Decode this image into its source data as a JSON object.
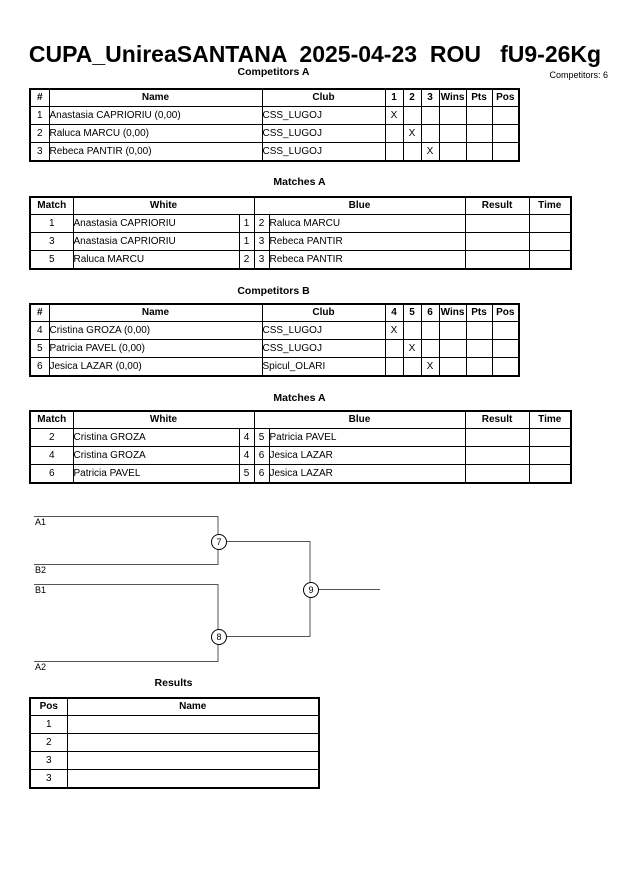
{
  "title": "CUPA_UnireaSANTANA  2025-04-23  ROU   fU9-26Kg",
  "competitors_count_label": "Competitors: 6",
  "sections": {
    "competitors_a_caption": "Competitors A",
    "matches_a_caption": "Matches A",
    "competitors_b_caption": "Competitors B",
    "matches_b_caption": "Matches A",
    "results_caption": "Results"
  },
  "competitors_table": {
    "headers": {
      "num": "#",
      "name": "Name",
      "club": "Club",
      "wins": "Wins",
      "pts": "Pts",
      "pos": "Pos"
    }
  },
  "competitors_a": {
    "grid_headers": [
      "1",
      "2",
      "3"
    ],
    "rows": [
      {
        "num": "1",
        "name": "Anastasia CAPRIORIU  (0,00)",
        "club": "CSS_LUGOJ",
        "grid": [
          "X",
          "",
          ""
        ],
        "wins": "",
        "pts": "",
        "pos": ""
      },
      {
        "num": "2",
        "name": "Raluca MARCU  (0,00)",
        "club": "CSS_LUGOJ",
        "grid": [
          "",
          "X",
          ""
        ],
        "wins": "",
        "pts": "",
        "pos": ""
      },
      {
        "num": "3",
        "name": "Rebeca PANTIR  (0,00)",
        "club": "CSS_LUGOJ",
        "grid": [
          "",
          "",
          "X"
        ],
        "wins": "",
        "pts": "",
        "pos": ""
      }
    ]
  },
  "competitors_b": {
    "grid_headers": [
      "4",
      "5",
      "6"
    ],
    "rows": [
      {
        "num": "4",
        "name": "Cristina GROZA  (0,00)",
        "club": "CSS_LUGOJ",
        "grid": [
          "X",
          "",
          ""
        ],
        "wins": "",
        "pts": "",
        "pos": ""
      },
      {
        "num": "5",
        "name": "Patricia PAVEL  (0,00)",
        "club": "CSS_LUGOJ",
        "grid": [
          "",
          "X",
          ""
        ],
        "wins": "",
        "pts": "",
        "pos": ""
      },
      {
        "num": "6",
        "name": "Jesica LAZAR  (0,00)",
        "club": "Spicul_OLARI",
        "grid": [
          "",
          "",
          "X"
        ],
        "wins": "",
        "pts": "",
        "pos": ""
      }
    ]
  },
  "matches_table": {
    "headers": {
      "match": "Match",
      "white": "White",
      "blue": "Blue",
      "result": "Result",
      "time": "Time"
    }
  },
  "matches_a": {
    "rows": [
      {
        "match": "1",
        "white": "Anastasia CAPRIORIU",
        "white_num": "1",
        "blue_num": "2",
        "blue": "Raluca MARCU",
        "result": "",
        "time": ""
      },
      {
        "match": "3",
        "white": "Anastasia CAPRIORIU",
        "white_num": "1",
        "blue_num": "3",
        "blue": "Rebeca PANTIR",
        "result": "",
        "time": ""
      },
      {
        "match": "5",
        "white": "Raluca MARCU",
        "white_num": "2",
        "blue_num": "3",
        "blue": "Rebeca PANTIR",
        "result": "",
        "time": ""
      }
    ]
  },
  "matches_b": {
    "rows": [
      {
        "match": "2",
        "white": "Cristina GROZA",
        "white_num": "4",
        "blue_num": "5",
        "blue": "Patricia PAVEL",
        "result": "",
        "time": ""
      },
      {
        "match": "4",
        "white": "Cristina GROZA",
        "white_num": "4",
        "blue_num": "6",
        "blue": "Jesica LAZAR",
        "result": "",
        "time": ""
      },
      {
        "match": "6",
        "white": "Patricia PAVEL",
        "white_num": "5",
        "blue_num": "6",
        "blue": "Jesica LAZAR",
        "result": "",
        "time": ""
      }
    ]
  },
  "bracket": {
    "seeds": [
      {
        "label": "A1"
      },
      {
        "label": "B2"
      },
      {
        "label": "B1"
      },
      {
        "label": "A2"
      }
    ],
    "nodes": [
      {
        "label": "7"
      },
      {
        "label": "8"
      },
      {
        "label": "9"
      }
    ]
  },
  "results_table": {
    "headers": {
      "pos": "Pos",
      "name": "Name"
    },
    "rows": [
      {
        "pos": "1",
        "name": ""
      },
      {
        "pos": "2",
        "name": ""
      },
      {
        "pos": "3",
        "name": ""
      },
      {
        "pos": "3",
        "name": ""
      }
    ]
  }
}
